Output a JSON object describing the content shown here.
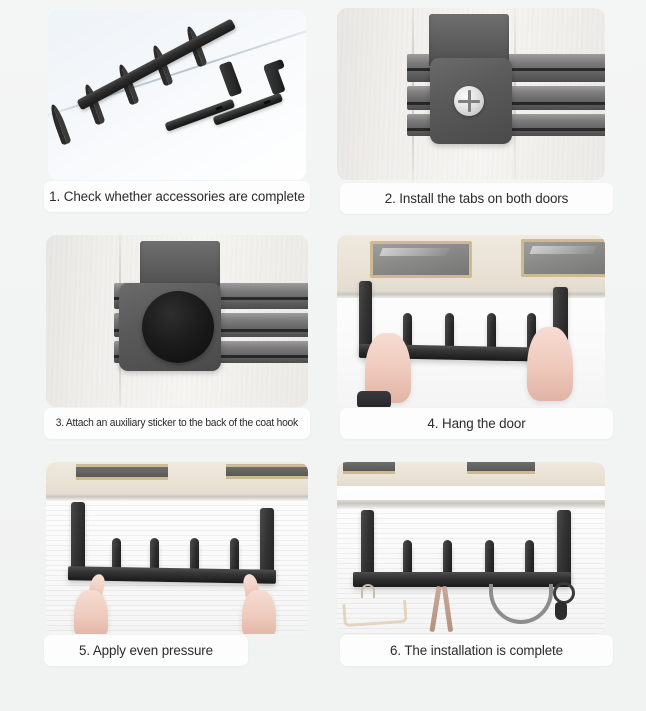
{
  "page": {
    "title": "Coat hook installation instructions",
    "background_color": "#f3f4f4",
    "caption_background_color": "#fdfdfd",
    "caption_text_color": "#2b2b2b",
    "hardware_color": "#2b2b2b",
    "columns": 2,
    "rows": 3
  },
  "steps": [
    {
      "number": "1",
      "caption": "1. Check whether accessories are complete",
      "scene": "parts-layout",
      "scene_description": "Five-hook black rail with two separate mounting brackets on a white surface"
    },
    {
      "number": "2",
      "caption": "2. Install the tabs on both doors",
      "scene": "tab-screw-closeup",
      "scene_description": "Dark gray hanger tab fitted over the door top edge, fastened with a cross-head screw"
    },
    {
      "number": "3",
      "caption": "3. Attach an auxiliary sticker to the back of the coat hook",
      "scene": "sticker-closeup",
      "scene_description": "Same hanger tab with a round black adhesive pad attached to its back plate"
    },
    {
      "number": "4",
      "caption": "4. Hang the door",
      "scene": "hang-on-door",
      "scene_description": "Two hands lifting the assembled hook rail over the top of a white door"
    },
    {
      "number": "5",
      "caption": "5. Apply even pressure",
      "scene": "press-rail",
      "scene_description": "Two index fingers pressing along the mounted hook rail"
    },
    {
      "number": "6",
      "caption": "6. The installation is complete",
      "scene": "finished-install",
      "scene_description": "Installed hook rail with a clothes hanger, straps, a bag handle and keys hanging from it"
    }
  ]
}
